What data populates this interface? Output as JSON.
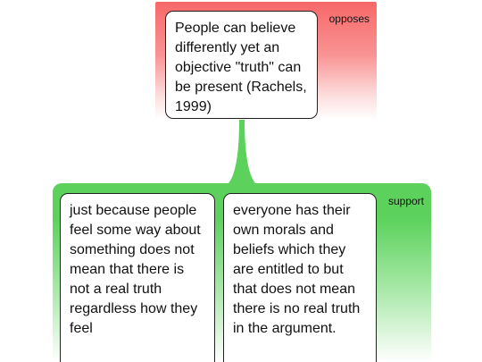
{
  "claim": {
    "text": "People can believe differently yet an objective \"truth\" can be present (Rachels, 1999)",
    "relation_label": "opposes"
  },
  "reasons_group": {
    "relation_label": "support",
    "items": [
      {
        "text": "just because people feel some way about something does not mean that there is not a real truth regardless how they feel"
      },
      {
        "text": "everyone has their own morals and beliefs which they are entitled to but that does not mean there is no real truth in the argument."
      }
    ]
  },
  "colors": {
    "oppose": "#f76868",
    "support": "#5cd25c",
    "card_border": "#222222"
  }
}
